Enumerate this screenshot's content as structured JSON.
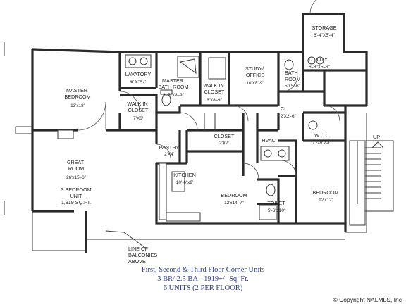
{
  "rooms": [
    {
      "id": "storage",
      "name": "STORAGE",
      "dims": "6'-4\"X5'-4\""
    },
    {
      "id": "utility",
      "name": "UTILITY",
      "dims": "6'-8\"X5'-6\""
    },
    {
      "id": "master-bedroom",
      "name": "MASTER\nBEDROOM",
      "dims": "13'x18'"
    },
    {
      "id": "lavatory",
      "name": "LAVATORY",
      "dims": "6'-8\"X7'"
    },
    {
      "id": "master-bath",
      "name": "MASTER\nBATH ROOM",
      "dims": "8'-5\"X8'-9\""
    },
    {
      "id": "walk-in-closet-master",
      "name": "WALK IN\nCLOSET",
      "dims": "6'X8'-9\""
    },
    {
      "id": "study",
      "name": "STUDY/\nOFFICE",
      "dims": "10'X8'-9\""
    },
    {
      "id": "bath-room",
      "name": "BATH\nROOM",
      "dims": "5'X5'-6\""
    },
    {
      "id": "walk-in-closet-small",
      "name": "WALK IN\nCLOSET",
      "dims": "7'X6'"
    },
    {
      "id": "cl",
      "name": "CL",
      "dims": "2'X2'-6\""
    },
    {
      "id": "wic",
      "name": "W.I.C.",
      "dims": "7'-10\"X3'"
    },
    {
      "id": "great-room",
      "name": "GREAT\nROOM",
      "dims": "26'x15'-6\""
    },
    {
      "id": "pantry",
      "name": "PANTRY",
      "dims": "2'X4'"
    },
    {
      "id": "closet",
      "name": "CLOSET",
      "dims": "2'X7'"
    },
    {
      "id": "hvac",
      "name": "HVAC",
      "dims": ""
    },
    {
      "id": "kitchen",
      "name": "KITCHEN",
      "dims": "10'-6\"x9'"
    },
    {
      "id": "bedroom-1",
      "name": "BEDROOM",
      "dims": "12'x14'-7\""
    },
    {
      "id": "bedroom-2",
      "name": "BEDROOM",
      "dims": "12'x12'"
    },
    {
      "id": "toilet",
      "name": "TOILET",
      "dims": "5'-6\"x10'"
    }
  ],
  "unit_info": [
    "3 BEDROOM",
    "UNIT",
    "1,919 SQ.FT."
  ],
  "up_label": "UP",
  "balconies_note": [
    "LINE OF",
    "BALCONIES",
    "ABOVE"
  ],
  "caption": [
    "First, Second & Third Floor Corner Units",
    "3 BR/ 2.5 BA - 1919+/- Sq. Ft.",
    "6 UNITS (2 PER FLOOR)"
  ],
  "copyright": "© Copyright NALMLS, Inc",
  "colors": {
    "caption": "#2d3f86",
    "walls": "#2a2a2a"
  }
}
